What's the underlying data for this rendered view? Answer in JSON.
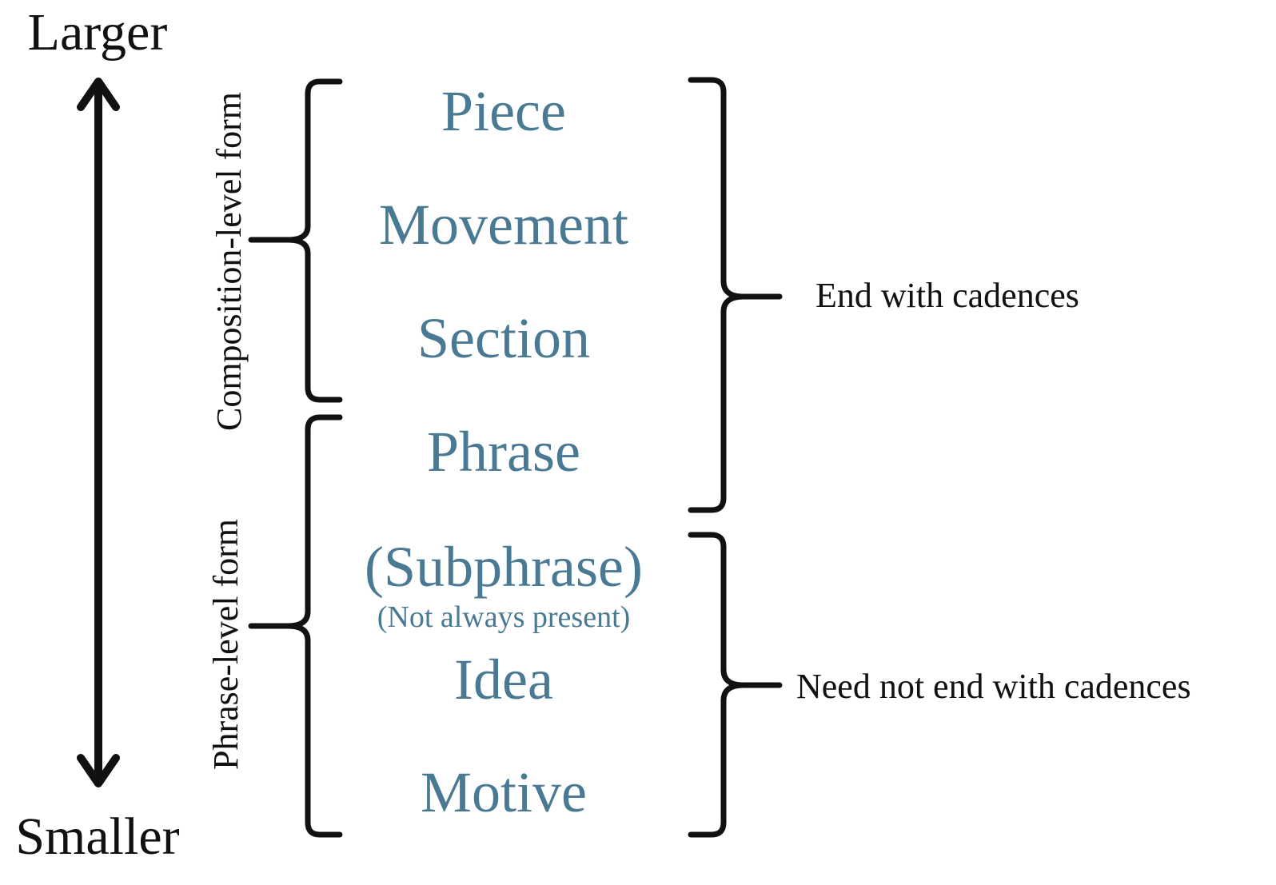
{
  "scale": {
    "top_label": "Larger",
    "bottom_label": "Smaller"
  },
  "groups": {
    "composition": "Composition-level form",
    "phrase": "Phrase-level form"
  },
  "levels": {
    "piece": "Piece",
    "movement": "Movement",
    "section": "Section",
    "phrase": "Phrase",
    "subphrase": "(Subphrase)",
    "subphrase_note": "(Not always present)",
    "idea": "Idea",
    "motive": "Motive"
  },
  "results": {
    "cadences": "End with cadences",
    "no_cadences": "Need not end with cadences"
  },
  "colors": {
    "level_text": "#4a7a93",
    "ink": "#111111"
  }
}
